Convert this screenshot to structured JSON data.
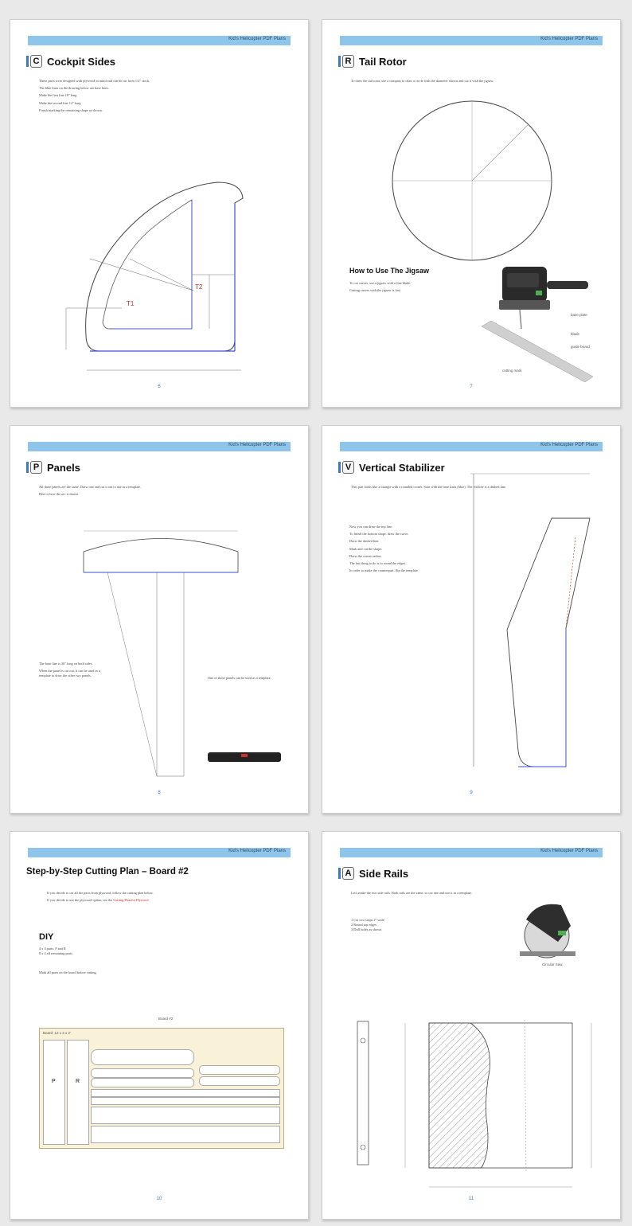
{
  "pages": {
    "p6": {
      "header_right": "Kid's Helicopter PDF Plans",
      "letter": "C",
      "title": "Cockpit Sides",
      "body": [
        "These parts were designed with plywood in mind and can be cut from 1/2\" stock.",
        "The blue lines on the drawing below are base lines.",
        "Make the first line 18\" long",
        "Make the second line 14\" long",
        "Finish marking the remaining shape as shown."
      ],
      "label_t1": "T1",
      "label_t2": "T2",
      "page_number": "6"
    },
    "p7": {
      "header_right": "Kid's Helicopter PDF Plans",
      "letter": "R",
      "title": "Tail Rotor",
      "body": "To draw the tail rotor, use a compass to draw a circle with the diameter shown and cut it with the jigsaw.",
      "subtitle": "How to Use The Jigsaw",
      "jigsaw_text": [
        "To cut curves, use a jigsaw with a fine blade.",
        "Cutting curves with the jigsaw is fast."
      ],
      "callouts": [
        "base plate",
        "blade",
        "guide board",
        "cutting mark"
      ],
      "page_number": "7"
    },
    "p8": {
      "header_right": "Kid's Helicopter PDF Plans",
      "letter": "P",
      "title": "Panels",
      "body": [
        "All three panels are the same. Draw one and cut it out to use as a template.",
        "Here is how the arc is drawn."
      ],
      "left_text": "The base line is 36\" long on both sides.",
      "left_text2": "When the panel is cut out, it can be used as a template to draw the other two panels.",
      "right_text": "One of those panels can be used as a template.",
      "page_number": "8"
    },
    "p9": {
      "header_right": "Kid's Helicopter PDF Plans",
      "letter": "V",
      "title": "Vertical Stabilizer",
      "body": "This part looks like a triangle with a rounded corner. Start with the base lines (blue). The red line is a dashed line.",
      "bullets": [
        "Now you can draw the top line.",
        "To finish the bottom shape, draw the curve.",
        "Draw the dashed line.",
        "Mark and cut the shape.",
        "Draw the corner radius.",
        "The last thing to do is to round the edges.",
        "In order to make the counterpart, flip the template."
      ],
      "page_number": "9"
    },
    "p10": {
      "header_right": "Kid's Helicopter PDF Plans",
      "title": "Step-by-Step Cutting Plan – Board #2",
      "bullets": [
        "If you decide to cut all the parts from plywood, follow the cutting plan below.",
        "If you decide to use the plywood option, see the "
      ],
      "link_text": "Cutting Plan for Plywood",
      "diy_title": "DIY",
      "diy_lines": [
        "4 x 4 parts: P and R",
        "8 x 4 all remaining parts"
      ],
      "note": "Mark all parts on the board before cutting.",
      "board_caption": "Board #2",
      "board_label": "Board: 12 x 4 x 2'",
      "parts": [
        "P",
        "R"
      ],
      "page_number": "10"
    },
    "p11": {
      "header_right": "Kid's Helicopter PDF Plans",
      "letter": "A",
      "title": "Side Rails",
      "body": "Let's make the two side rails. Both rails are the same, so cut one and use it as a template.",
      "steps": [
        "1 Cut two strips 2\" wide",
        "2 Round top edges",
        "3 Drill holes as shown"
      ],
      "saw_caption": "Circular Saw",
      "page_number": "11"
    }
  }
}
